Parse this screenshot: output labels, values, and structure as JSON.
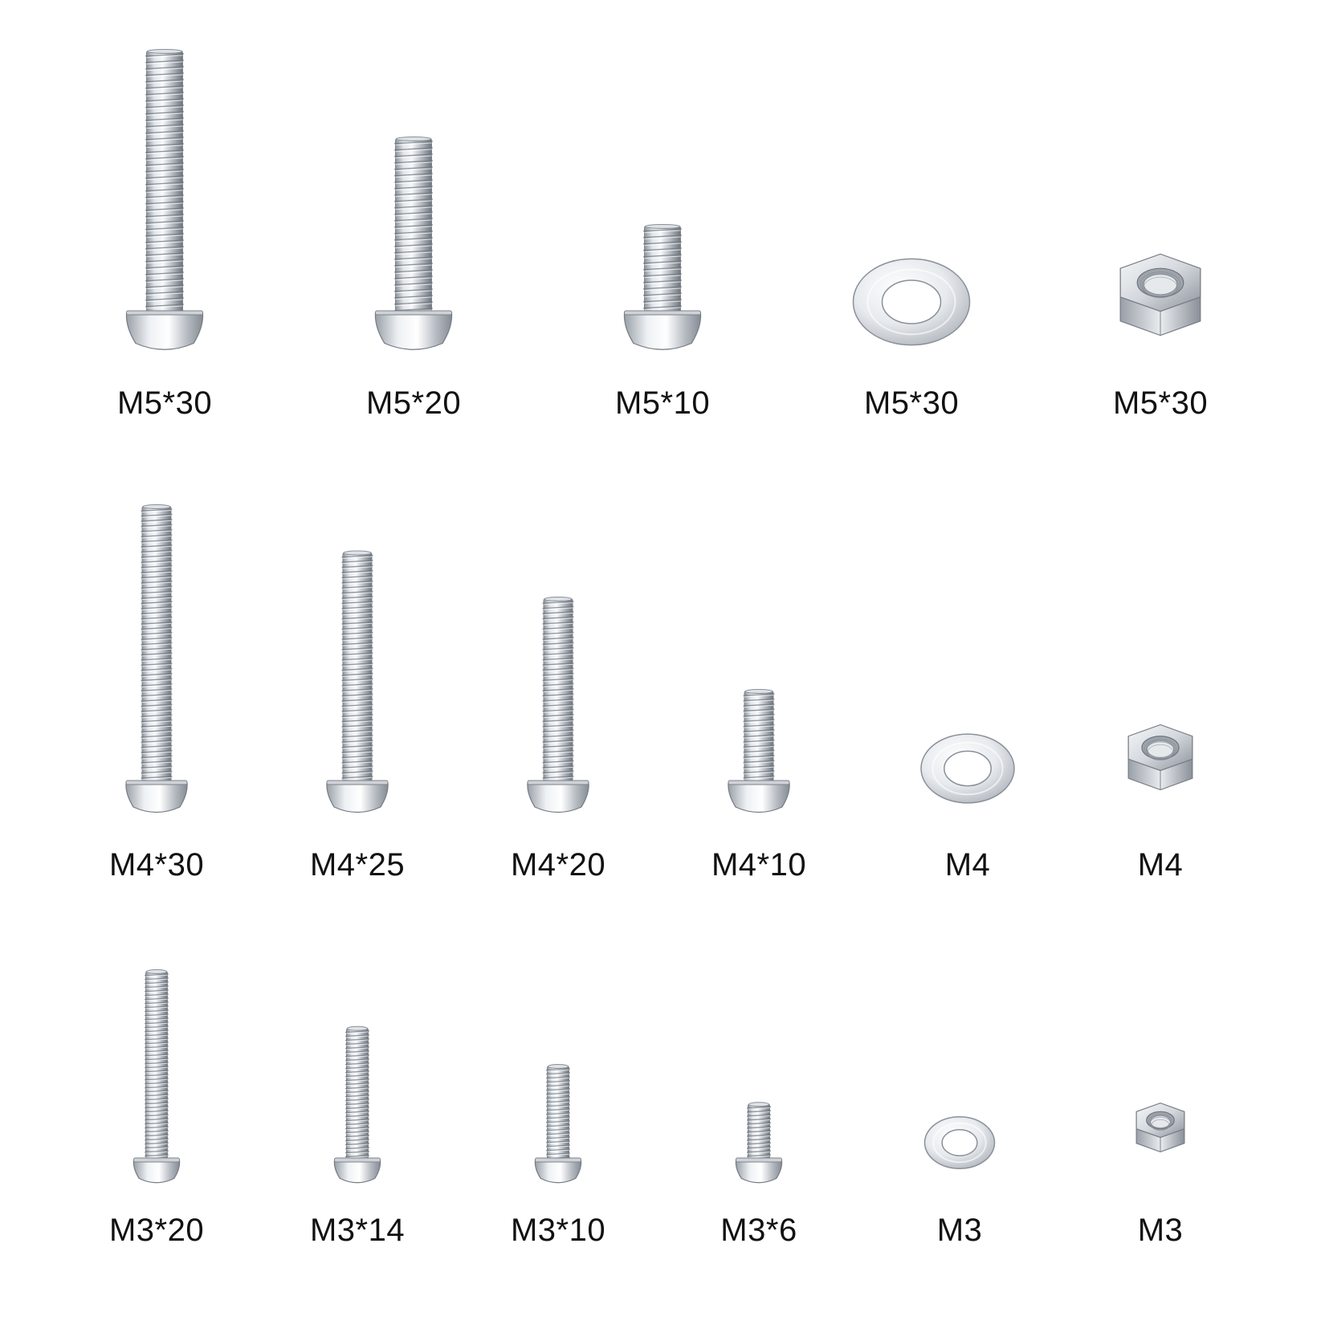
{
  "colors": {
    "background": "#ffffff",
    "label_text": "#111111",
    "metal_light": "#f4f6f8",
    "metal_mid": "#c3c8ce",
    "metal_dark": "#7d838b"
  },
  "rows": [
    {
      "items": [
        {
          "type": "screw",
          "label": "M5*30",
          "icon": "button-head-screw-icon",
          "diameter_mm": 5,
          "length_mm": 30
        },
        {
          "type": "screw",
          "label": "M5*20",
          "icon": "button-head-screw-icon",
          "diameter_mm": 5,
          "length_mm": 20
        },
        {
          "type": "screw",
          "label": "M5*10",
          "icon": "button-head-screw-icon",
          "diameter_mm": 5,
          "length_mm": 10
        },
        {
          "type": "washer",
          "label": "M5*30",
          "icon": "flat-washer-icon",
          "diameter_mm": 5
        },
        {
          "type": "nut",
          "label": "M5*30",
          "icon": "hex-nut-icon",
          "diameter_mm": 5
        }
      ]
    },
    {
      "items": [
        {
          "type": "screw",
          "label": "M4*30",
          "icon": "button-head-screw-icon",
          "diameter_mm": 4,
          "length_mm": 30
        },
        {
          "type": "screw",
          "label": "M4*25",
          "icon": "button-head-screw-icon",
          "diameter_mm": 4,
          "length_mm": 25
        },
        {
          "type": "screw",
          "label": "M4*20",
          "icon": "button-head-screw-icon",
          "diameter_mm": 4,
          "length_mm": 20
        },
        {
          "type": "screw",
          "label": "M4*10",
          "icon": "button-head-screw-icon",
          "diameter_mm": 4,
          "length_mm": 10
        },
        {
          "type": "washer",
          "label": "M4",
          "icon": "flat-washer-icon",
          "diameter_mm": 4
        },
        {
          "type": "nut",
          "label": "M4",
          "icon": "hex-nut-icon",
          "diameter_mm": 4
        }
      ]
    },
    {
      "items": [
        {
          "type": "screw",
          "label": "M3*20",
          "icon": "button-head-screw-icon",
          "diameter_mm": 3,
          "length_mm": 20
        },
        {
          "type": "screw",
          "label": "M3*14",
          "icon": "button-head-screw-icon",
          "diameter_mm": 3,
          "length_mm": 14
        },
        {
          "type": "screw",
          "label": "M3*10",
          "icon": "button-head-screw-icon",
          "diameter_mm": 3,
          "length_mm": 10
        },
        {
          "type": "screw",
          "label": "M3*6",
          "icon": "button-head-screw-icon",
          "diameter_mm": 3,
          "length_mm": 6
        },
        {
          "type": "washer",
          "label": "M3",
          "icon": "flat-washer-icon",
          "diameter_mm": 3
        },
        {
          "type": "nut",
          "label": "M3",
          "icon": "hex-nut-icon",
          "diameter_mm": 3
        }
      ]
    }
  ]
}
